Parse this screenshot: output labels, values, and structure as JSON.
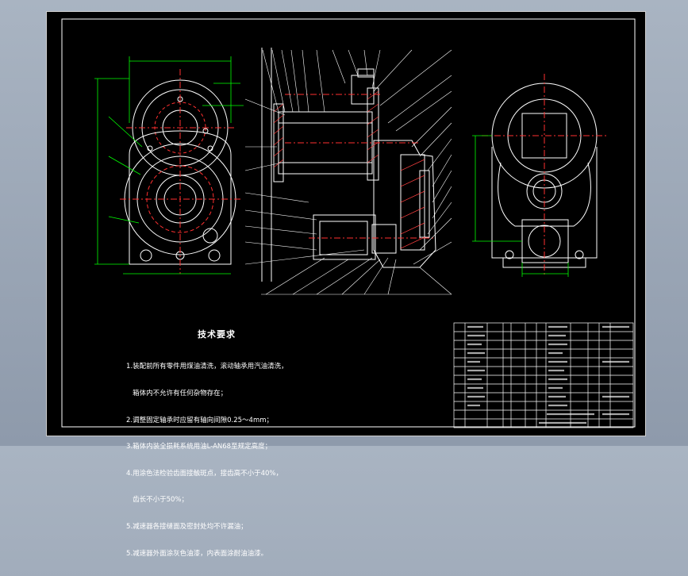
{
  "tech_requirements": {
    "title": "技术要求",
    "items": [
      "1.装配前所有零件用煤油清洗，滚动轴承用汽油清洗，",
      "   箱体内不允许有任何杂物存在；",
      "2.调整固定轴承时应留有轴向间隙0.25～4mm；",
      "3.箱体内装全损耗系统用油L-AN68至规定高度；",
      "4.用涂色法检验齿面接触斑点，接齿高不小于40%，",
      "   齿长不小于50%；",
      "5.减速器各接缝面及密封处均不许漏油；",
      "5.减速器外面涂灰色油漆，内表面涂耐油油漆。"
    ]
  },
  "colors": {
    "background": "#000000",
    "lines": "#ffffff",
    "dimensions": "#00ff00",
    "center_lines": "#ff3030",
    "hatch": "#ff4040"
  }
}
